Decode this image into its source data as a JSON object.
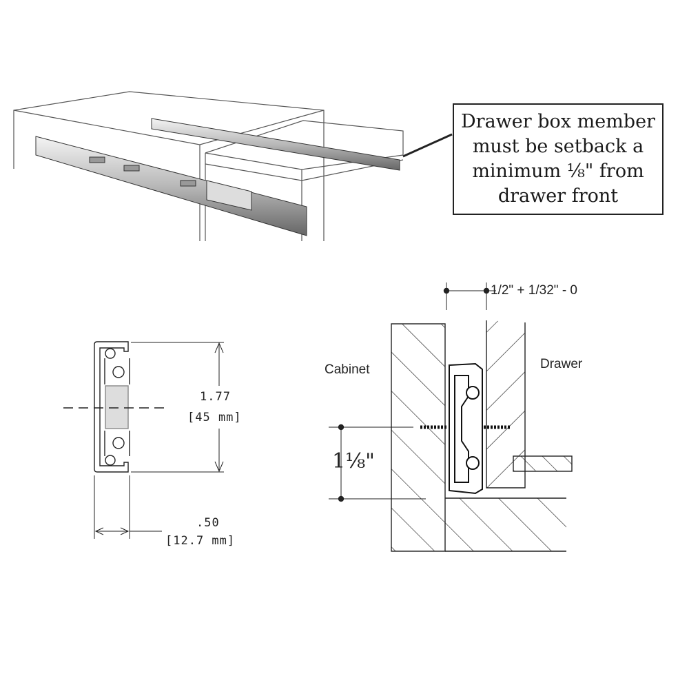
{
  "callout": {
    "lines": [
      "Drawer box member",
      "must be setback a",
      "minimum ⅛\" from",
      "drawer front"
    ]
  },
  "profile": {
    "height_in": "1.77",
    "height_mm": "[45 mm]",
    "width_in": ".50",
    "width_mm": "[12.7 mm]"
  },
  "section": {
    "gap_label": "1/2\" + 1/32\" - 0",
    "cabinet_label": "Cabinet",
    "drawer_label": "Drawer",
    "offset_label": "1⅛\""
  }
}
